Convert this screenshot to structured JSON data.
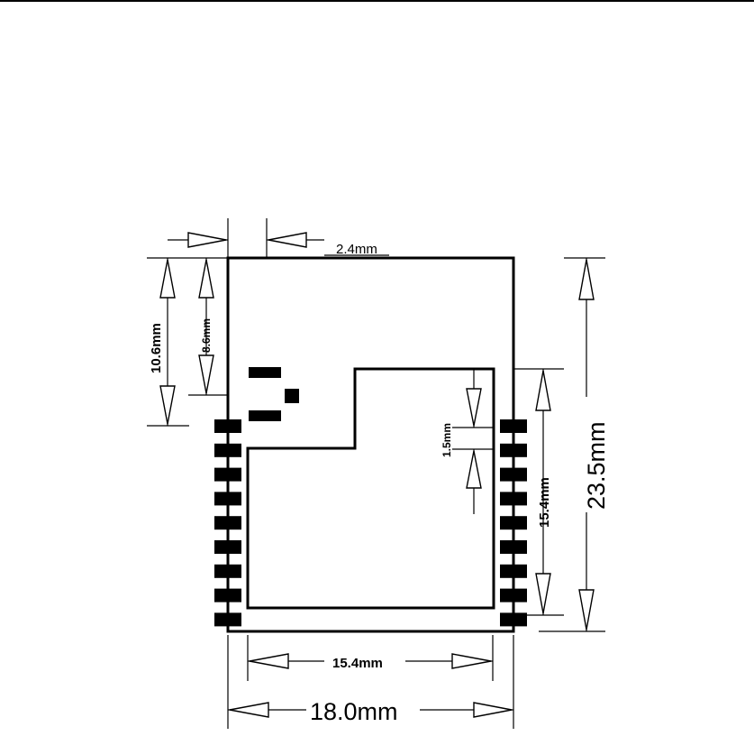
{
  "drawing": {
    "dimensions": {
      "top_offset": "2.4mm",
      "height_left_outer": "10.6mm",
      "height_left_inner": "8.6mm",
      "gap_right": "1.5mm",
      "pad_span_vertical": "15.4mm",
      "total_height": "23.5mm",
      "pad_span_horizontal": "15.4mm",
      "total_width": "18.0mm"
    },
    "pads_per_side": 9,
    "colors": {
      "line": "#000000",
      "background": "#ffffff"
    }
  }
}
